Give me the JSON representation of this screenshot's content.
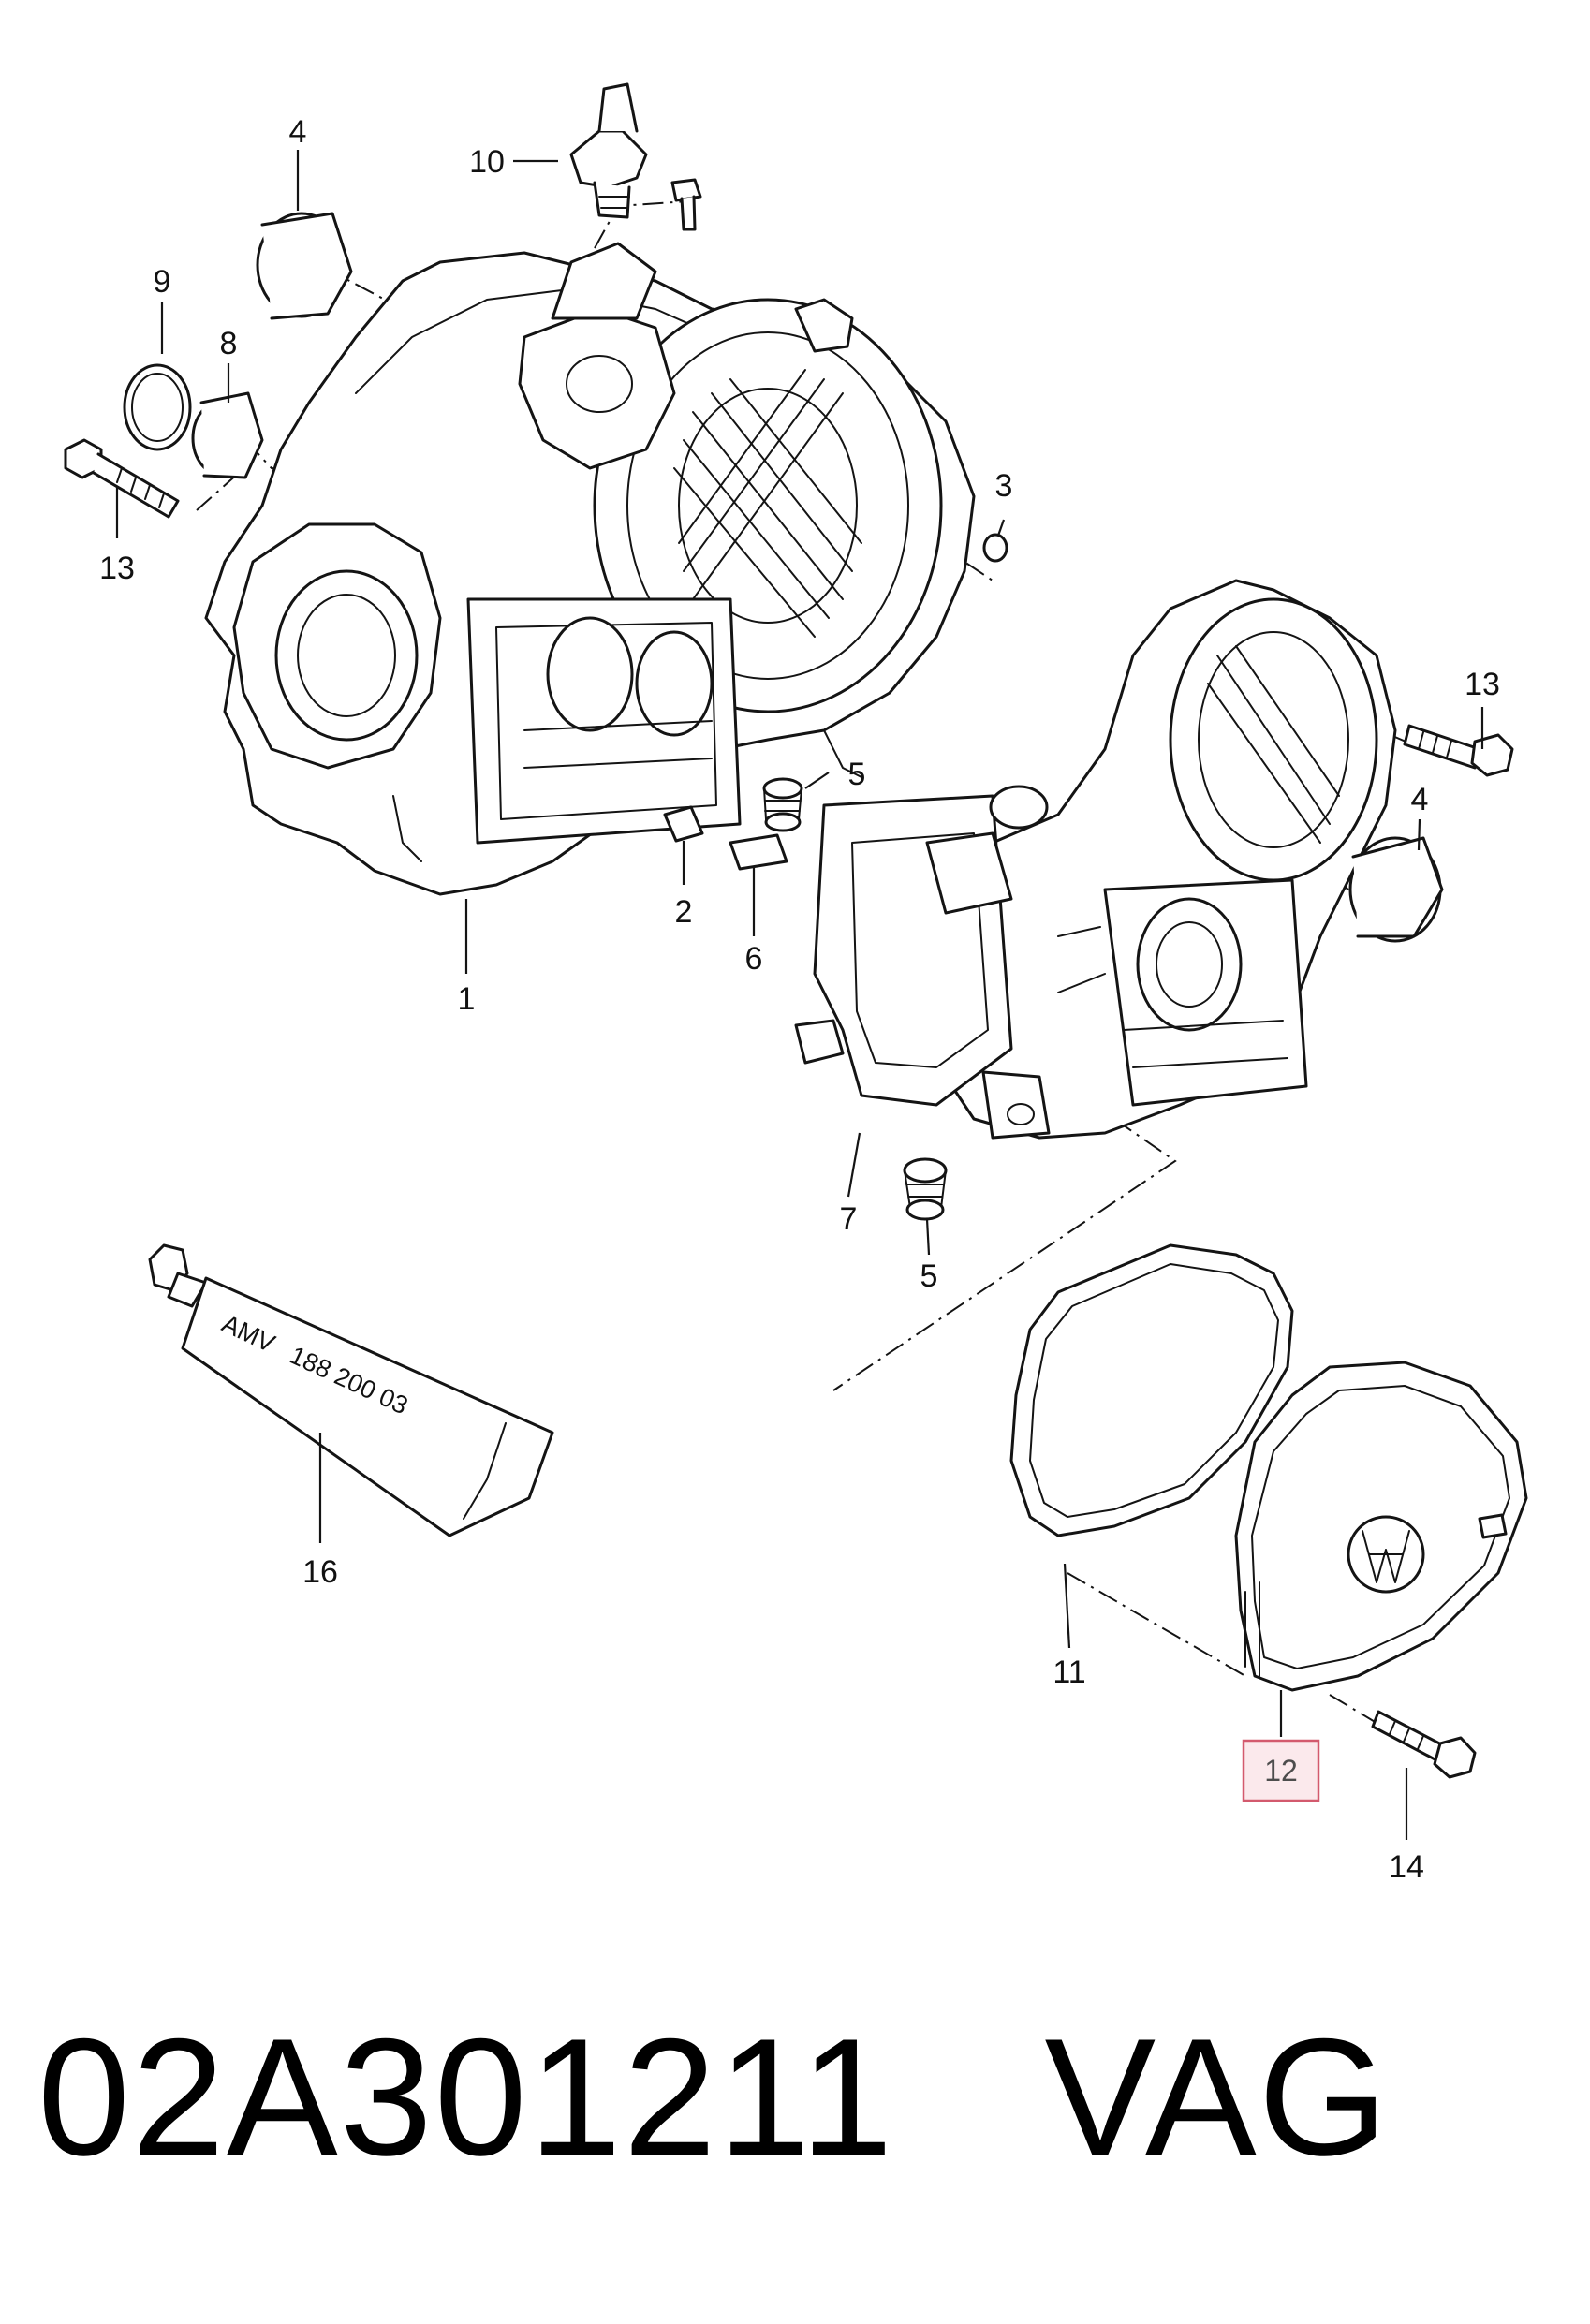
{
  "diagram": {
    "callouts": {
      "c1": "1",
      "c2": "2",
      "c3": "3",
      "c4_top": "4",
      "c4_right": "4",
      "c5_top": "5",
      "c5_bottom": "5",
      "c6": "6",
      "c7": "7",
      "c8": "8",
      "c9": "9",
      "c10": "10",
      "c11": "11",
      "c12": "12",
      "c13_left": "13",
      "c13_right": "13",
      "c14": "14",
      "c16": "16"
    },
    "tube_label": {
      "line1": "AMV",
      "line2": "188 200 03"
    },
    "highlighted_callout": "12",
    "colors": {
      "line": "#141414",
      "highlight_fill": "#fbe9ec",
      "highlight_border": "#d35a6e"
    }
  },
  "footer": {
    "part_number": "02A301211",
    "brand": "VAG"
  }
}
